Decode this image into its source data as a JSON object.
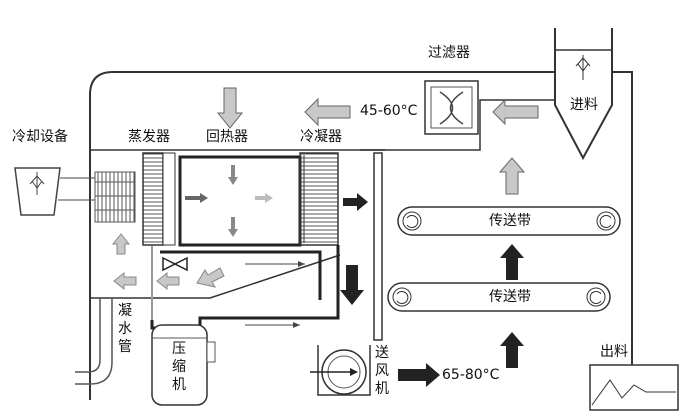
{
  "labels": {
    "filter": "过滤器",
    "feed": "进料",
    "cooling_equipment": "冷却设备",
    "evaporator": "蒸发器",
    "regenerator": "回热器",
    "condenser": "冷凝器",
    "temp_regen": "45-60°C",
    "belt_upper": "传送带",
    "belt_lower": "传送带",
    "condensate_pipe": "凝水管",
    "compressor": "压缩机",
    "blower": "送风机",
    "temp_supply": "65-80°C",
    "discharge": "出料"
  },
  "colors": {
    "line": "#333333",
    "arrow_dark": "#222222",
    "arrow_mid": "#808080",
    "arrow_light": "#c8c8c8",
    "wall_fill": "#ffffff"
  }
}
